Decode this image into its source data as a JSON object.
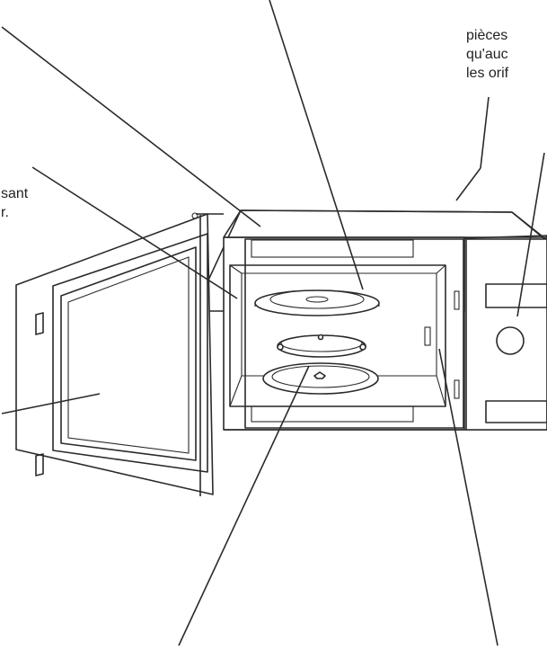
{
  "labels": {
    "top_right_line1": "pièces",
    "top_right_line2": "qu'auc",
    "top_right_line3": "les orif",
    "left_line1": "sant",
    "left_line2": "r."
  },
  "colors": {
    "stroke": "#2a2a2a",
    "background": "#ffffff"
  }
}
